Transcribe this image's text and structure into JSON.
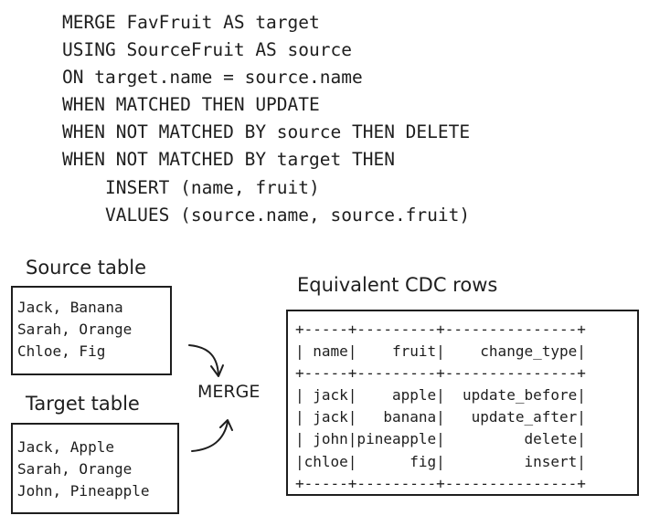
{
  "code": {
    "lines": [
      "MERGE FavFruit AS target",
      "USING SourceFruit AS source",
      "ON target.name = source.name",
      "WHEN MATCHED THEN UPDATE",
      "WHEN NOT MATCHED BY source THEN DELETE",
      "WHEN NOT MATCHED BY target THEN",
      "    INSERT (name, fruit)",
      "    VALUES (source.name, source.fruit)"
    ]
  },
  "source_table": {
    "title": "Source table",
    "rows": [
      "Jack, Banana",
      "Sarah, Orange",
      "Chloe, Fig"
    ]
  },
  "target_table": {
    "title": "Target table",
    "rows": [
      "Jack, Apple",
      "Sarah, Orange",
      "John, Pineapple"
    ]
  },
  "merge_label": "MERGE",
  "cdc": {
    "title": "Equivalent CDC rows",
    "lines": [
      "+-----+---------+---------------+",
      "| name|    fruit|    change_type|",
      "+-----+---------+---------------+",
      "| jack|    apple|  update_before|",
      "| jack|   banana|   update_after|",
      "| john|pineapple|         delete|",
      "|chloe|      fig|         insert|",
      "+-----+---------+---------------+"
    ]
  }
}
